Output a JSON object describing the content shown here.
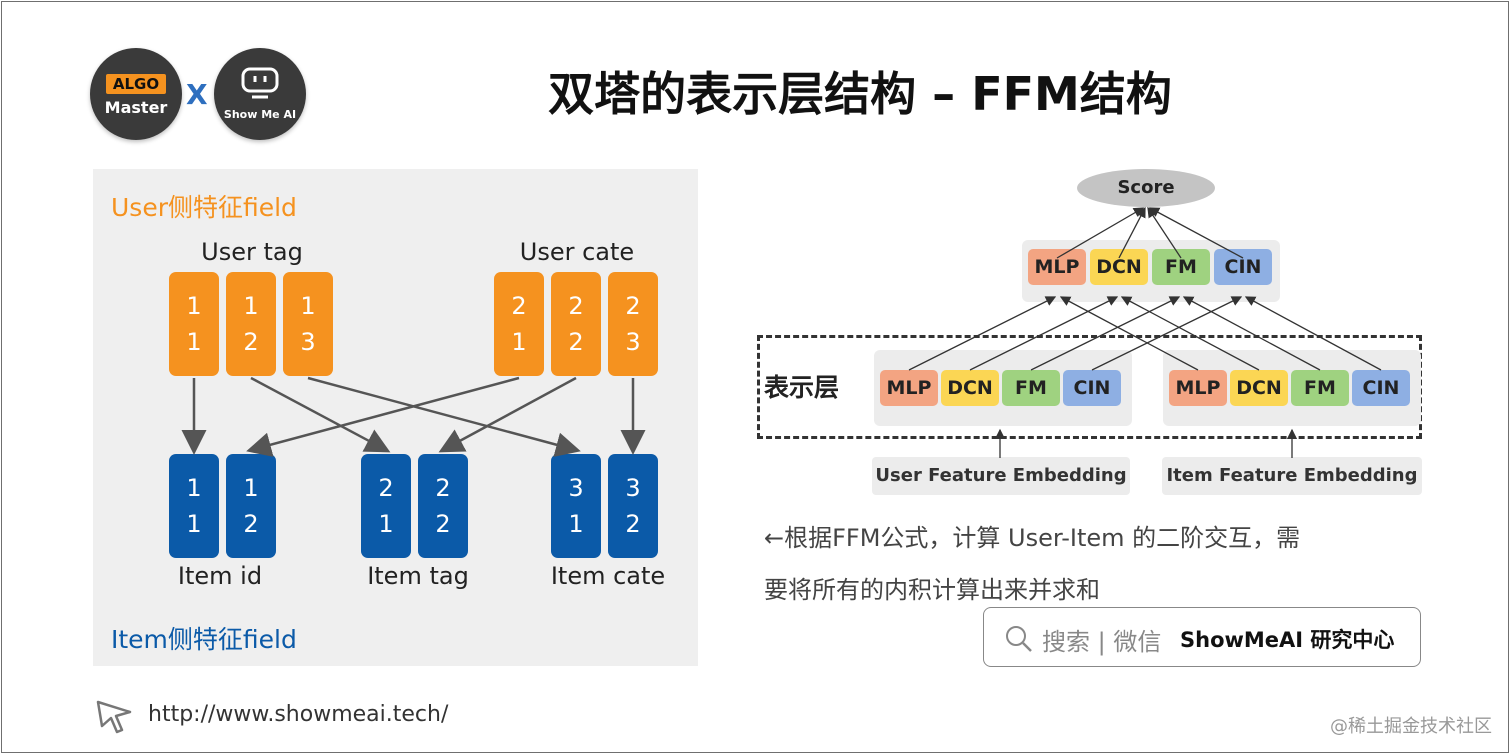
{
  "header": {
    "algo_badge": "ALGO",
    "algo_master": "Master",
    "x": "X",
    "showme_logo": "Show Me AI",
    "title": "双塔的表示层结构 – FFM结构"
  },
  "left_panel": {
    "user_field_title": "User侧特征field",
    "item_field_title": "Item侧特征field",
    "user_groups": [
      {
        "label": "User tag",
        "cards": [
          [
            "1",
            "1"
          ],
          [
            "1",
            "2"
          ],
          [
            "1",
            "3"
          ]
        ]
      },
      {
        "label": "User cate",
        "cards": [
          [
            "2",
            "1"
          ],
          [
            "2",
            "2"
          ],
          [
            "2",
            "3"
          ]
        ]
      }
    ],
    "item_groups": [
      {
        "label": "Item id",
        "cards": [
          [
            "1",
            "1"
          ],
          [
            "1",
            "2"
          ]
        ]
      },
      {
        "label": "Item tag",
        "cards": [
          [
            "2",
            "1"
          ],
          [
            "2",
            "2"
          ]
        ]
      },
      {
        "label": "Item cate",
        "cards": [
          [
            "3",
            "1"
          ],
          [
            "3",
            "2"
          ]
        ]
      }
    ],
    "colors": {
      "user": "#f5921f",
      "item": "#0b5aa8"
    }
  },
  "right_diagram": {
    "score": "Score",
    "top_modules": [
      "MLP",
      "DCN",
      "FM",
      "CIN"
    ],
    "rep_label": "表示层",
    "user_modules": [
      "MLP",
      "DCN",
      "FM",
      "CIN"
    ],
    "item_modules": [
      "MLP",
      "DCN",
      "FM",
      "CIN"
    ],
    "user_embedding": "User Feature Embedding",
    "item_embedding": "Item Feature Embedding",
    "module_colors": {
      "MLP": "#f3a482",
      "DCN": "#fbd654",
      "FM": "#9fd280",
      "CIN": "#8eafe3"
    }
  },
  "description": {
    "line1": "←根据FFM公式，计算 User-Item 的二阶交互，需",
    "line2": "要将所有的内积计算出来并求和"
  },
  "search": {
    "label": "搜索 | 微信",
    "brand": "ShowMeAI 研究中心"
  },
  "footer": {
    "url": "http://www.showmeai.tech/",
    "watermark": "@稀土掘金技术社区"
  }
}
